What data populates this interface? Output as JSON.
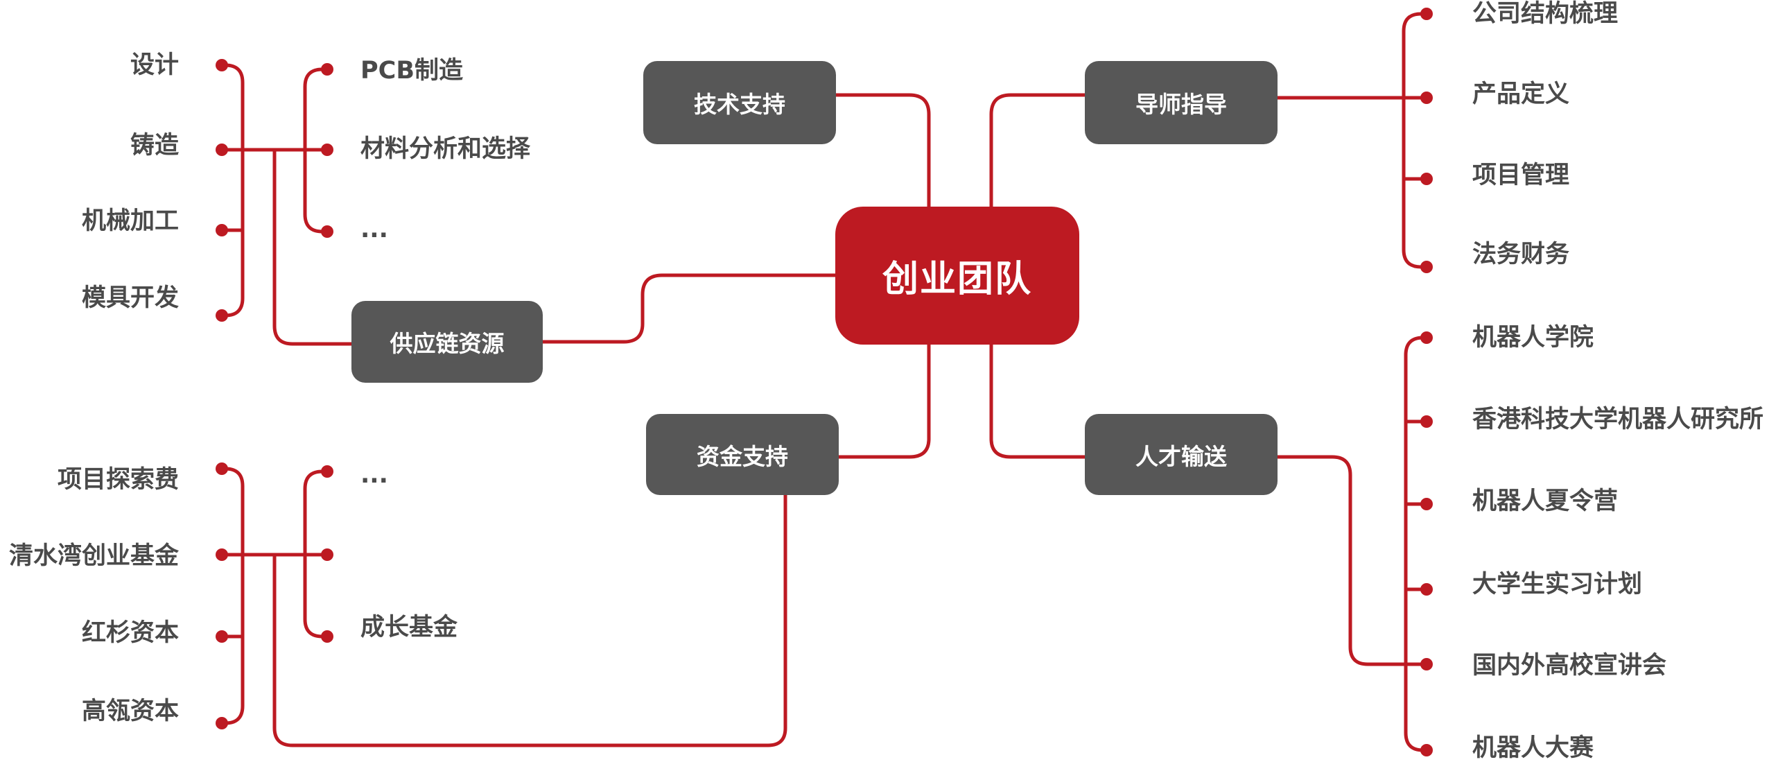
{
  "colors": {
    "accent": "#bd1a22",
    "branch_node": "#575757",
    "text": "#4a4a4a"
  },
  "center": "创业团队",
  "branches": {
    "tech": "技术支持",
    "mentor": "导师指导",
    "supply": "供应链资源",
    "funding": "资金支持",
    "talent": "人才输送"
  },
  "supply": {
    "left": [
      "设计",
      "铸造",
      "机械加工",
      "模具开发"
    ],
    "right": [
      "PCB制造",
      "材料分析和选择",
      "..."
    ]
  },
  "funding": {
    "left": [
      "项目探索费",
      "清水湾创业基金",
      "红杉资本",
      "高瓴资本"
    ],
    "right": [
      "...",
      "成长基金"
    ]
  },
  "mentor": {
    "items": [
      "公司结构梳理",
      "产品定义",
      "项目管理",
      "法务财务"
    ]
  },
  "talent": {
    "items": [
      "机器人学院",
      "香港科技大学机器人研究所",
      "机器人夏令营",
      "大学生实习计划",
      "国内外高校宣讲会",
      "机器人大赛"
    ]
  }
}
